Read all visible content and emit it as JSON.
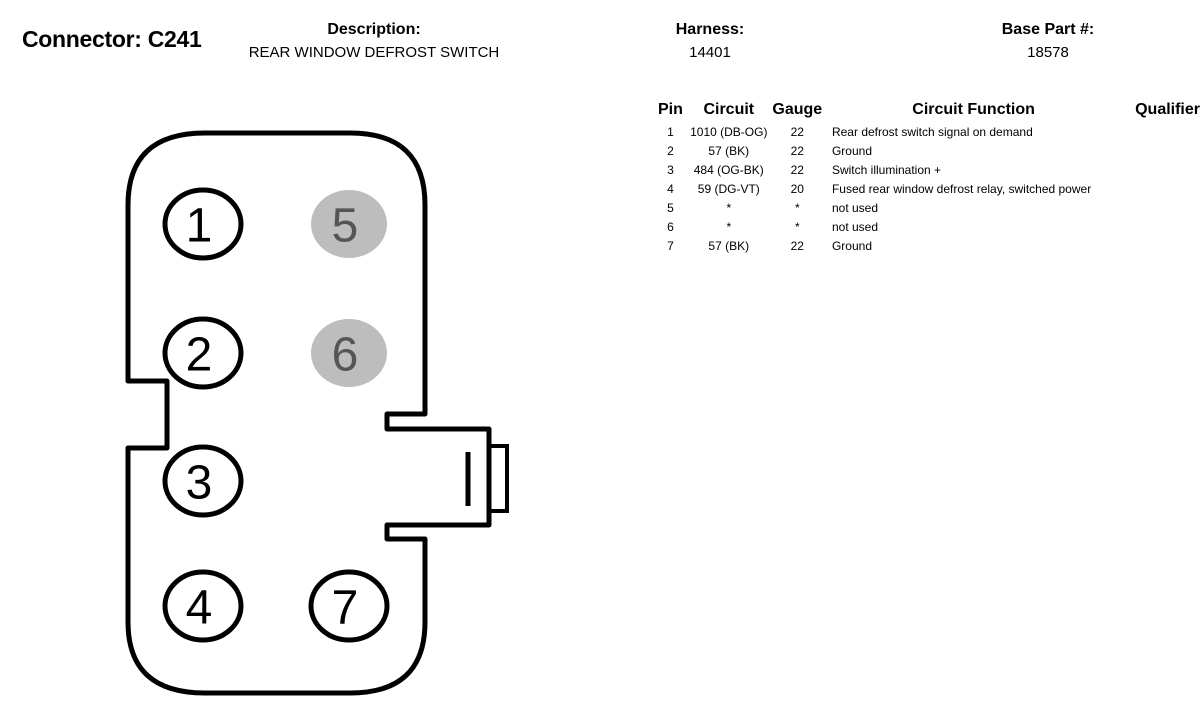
{
  "header": {
    "connector": "Connector: C241",
    "description_label": "Description:",
    "description_value": "REAR WINDOW DEFROST SWITCH",
    "harness_label": "Harness:",
    "harness_value": "14401",
    "base_part_label": "Base Part #:",
    "base_part_value": "18578"
  },
  "table": {
    "headers": {
      "pin": "Pin",
      "circuit": "Circuit",
      "gauge": "Gauge",
      "function": "Circuit Function",
      "qualifier": "Qualifier"
    },
    "rows": [
      {
        "pin": "1",
        "circuit": "1010 (DB-OG)",
        "gauge": "22",
        "function": "Rear defrost switch signal on demand",
        "qualifier": ""
      },
      {
        "pin": "2",
        "circuit": "57 (BK)",
        "gauge": "22",
        "function": "Ground",
        "qualifier": ""
      },
      {
        "pin": "3",
        "circuit": "484 (OG-BK)",
        "gauge": "22",
        "function": "Switch illumination +",
        "qualifier": ""
      },
      {
        "pin": "4",
        "circuit": "59 (DG-VT)",
        "gauge": "20",
        "function": "Fused rear window defrost relay, switched power",
        "qualifier": ""
      },
      {
        "pin": "5",
        "circuit": "*",
        "gauge": "*",
        "function": "not used",
        "qualifier": ""
      },
      {
        "pin": "6",
        "circuit": "*",
        "gauge": "*",
        "function": "not used",
        "qualifier": ""
      },
      {
        "pin": "7",
        "circuit": "57 (BK)",
        "gauge": "22",
        "function": "Ground",
        "qualifier": ""
      }
    ]
  },
  "diagram": {
    "pins": [
      {
        "label": "1",
        "used": true
      },
      {
        "label": "2",
        "used": true
      },
      {
        "label": "3",
        "used": true
      },
      {
        "label": "4",
        "used": true
      },
      {
        "label": "5",
        "used": false
      },
      {
        "label": "6",
        "used": false
      },
      {
        "label": "7",
        "used": true
      }
    ],
    "colors": {
      "outline": "#000000",
      "unused_fill": "#bdbdbd",
      "unused_text": "#555555"
    }
  }
}
